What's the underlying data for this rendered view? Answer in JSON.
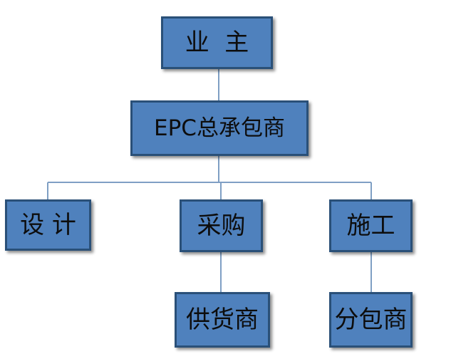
{
  "nodes": {
    "owner": "业  主",
    "epc_contractor": "EPC总承包商",
    "design": "设 计",
    "procurement": "采购",
    "construction": "施工",
    "supplier": "供货商",
    "subcontractor": "分包商"
  },
  "colors": {
    "box_fill": "#4f81bd",
    "box_border": "#2a5078",
    "connector": "#7f9fc4",
    "text": "#0d0d0d"
  }
}
